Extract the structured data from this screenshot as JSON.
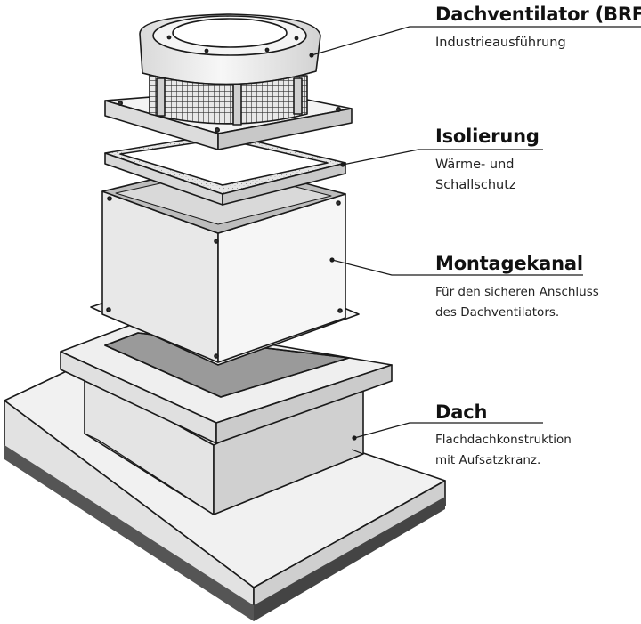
{
  "callouts": [
    {
      "id": "fan",
      "title": "Dachventilator (BRF)",
      "lines": [
        "Industrieausführung"
      ]
    },
    {
      "id": "iso",
      "title": "Isolierung",
      "lines": [
        "Wärme- und",
        "Schallschutz"
      ]
    },
    {
      "id": "duct",
      "title": "Montagekanal",
      "lines": [
        "Für den sicheren Anschluss",
        "des Dachventilators."
      ]
    },
    {
      "id": "roof",
      "title": "Dach",
      "lines": [
        "Flachdachkonstruktion",
        "mit Aufsatzkranz."
      ]
    }
  ],
  "colors": {
    "line": "#1a1a1a",
    "light": "#f3f3f3",
    "mid": "#dedede",
    "dark": "#c8c8c8",
    "base": "#555555"
  }
}
